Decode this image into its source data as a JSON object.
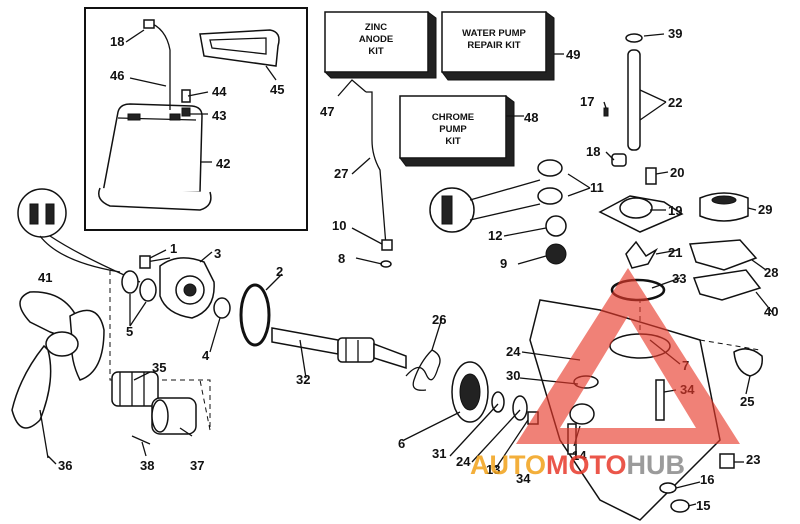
{
  "diagram": {
    "kits": [
      {
        "id": "kit-zinc-anode",
        "lines": [
          "ZINC",
          "ANODE",
          "KIT"
        ]
      },
      {
        "id": "kit-water-pump",
        "lines": [
          "WATER PUMP",
          "REPAIR KIT"
        ]
      },
      {
        "id": "kit-chrome-pump",
        "lines": [
          "CHROME",
          "PUMP",
          "KIT"
        ]
      }
    ],
    "callouts": [
      "1",
      "2",
      "3",
      "4",
      "5",
      "6",
      "7",
      "8",
      "9",
      "10",
      "11",
      "12",
      "13",
      "14",
      "15",
      "16",
      "17",
      "18",
      "18",
      "19",
      "20",
      "21",
      "22",
      "23",
      "24",
      "24",
      "25",
      "26",
      "27",
      "28",
      "29",
      "30",
      "31",
      "32",
      "33",
      "34",
      "34",
      "35",
      "36",
      "37",
      "38",
      "39",
      "40",
      "41",
      "42",
      "43",
      "44",
      "45",
      "46",
      "47",
      "48",
      "49"
    ],
    "watermark": {
      "parts": [
        "AUTO",
        "MOTO",
        "HUB"
      ],
      "colors": [
        "#f2a21a",
        "#e8392b",
        "#8a8a8a"
      ],
      "triangle_color": "#e8392b"
    }
  }
}
